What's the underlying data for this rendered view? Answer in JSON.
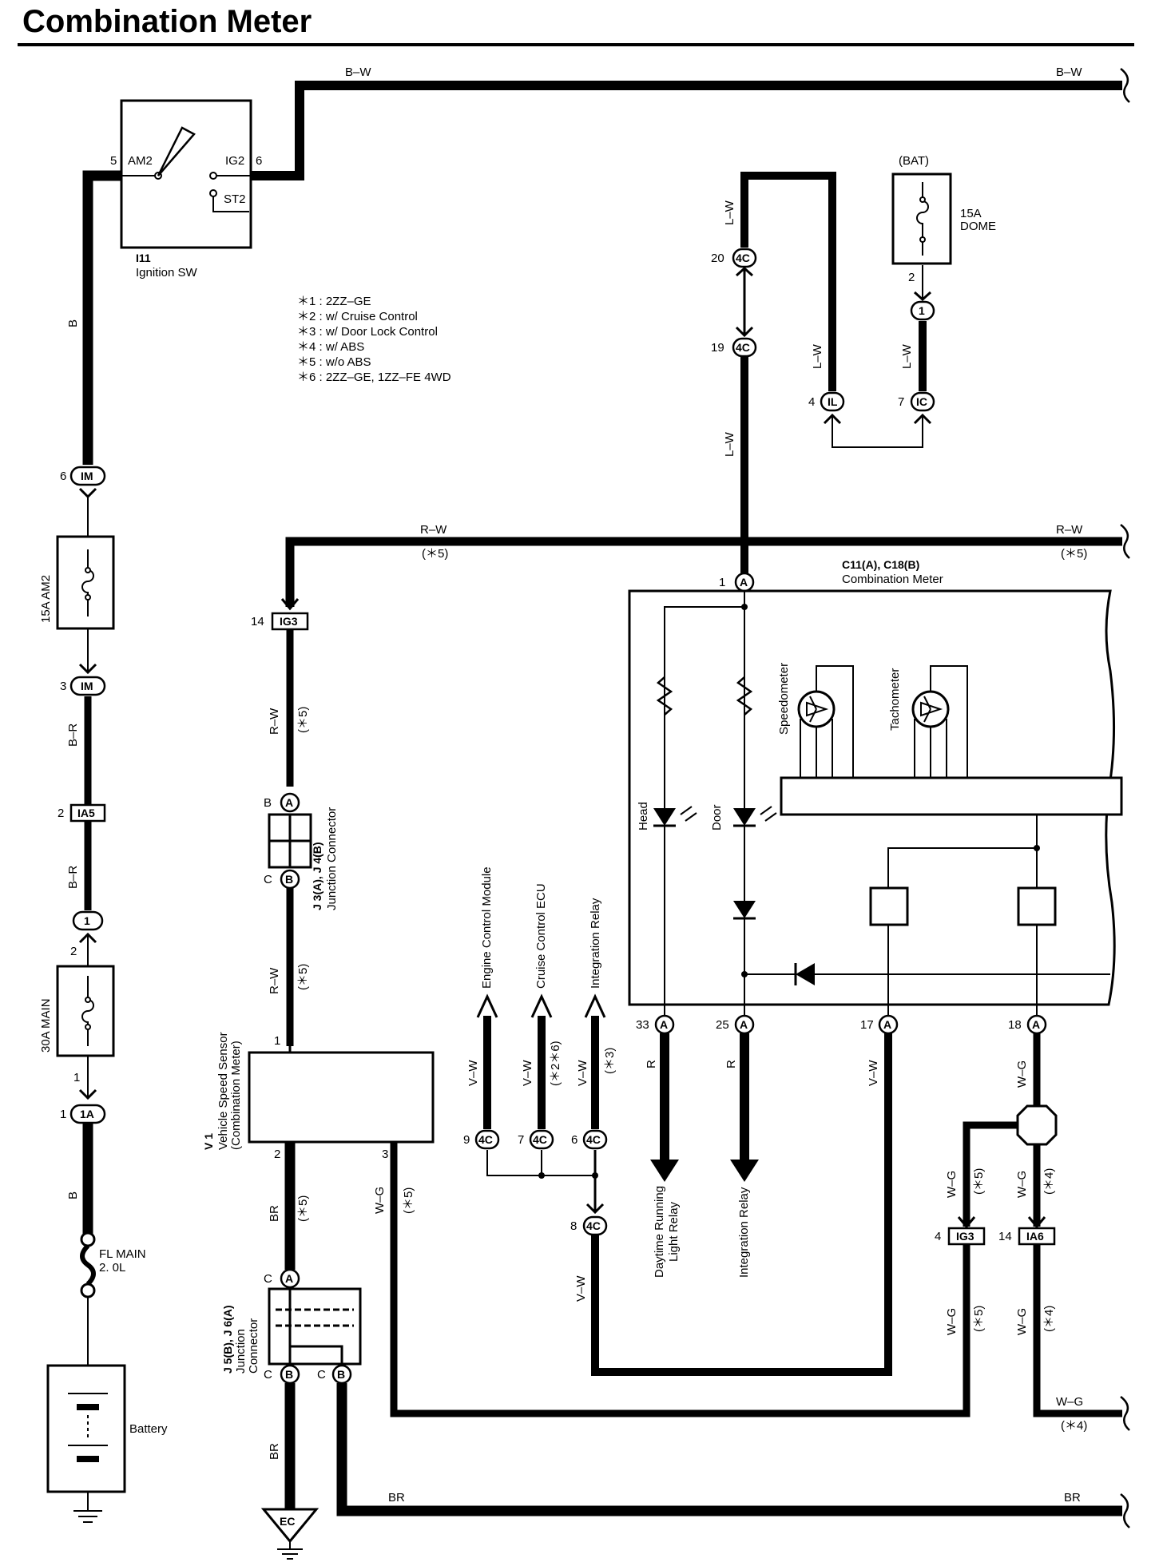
{
  "title": "Combination Meter",
  "notes": [
    "＊1 : 2ZZ–GE",
    "＊2 : w/ Cruise Control",
    "＊3 : w/ Door Lock Control",
    "＊4 : w/ ABS",
    "＊5 : w/o ABS",
    "＊6 : 2ZZ–GE,  1ZZ–FE 4WD"
  ],
  "ignition_switch": {
    "code": "I11",
    "name": "Ignition SW",
    "am2": "AM2",
    "ig2": "IG2",
    "st2": "ST2",
    "pin_am2": "5",
    "pin_ig2": "6"
  },
  "bat": {
    "label": "(BAT)",
    "fuse": "15A",
    "fuse_name": "DOME",
    "pin": "2"
  },
  "fuses": {
    "am2": "15A AM2",
    "main": "30A MAIN",
    "fl_main_1": "FL MAIN",
    "fl_main_2": "2. 0L"
  },
  "battery": "Battery",
  "ground": "EC",
  "meter": {
    "code": "C11(A), C18(B)",
    "name": "Combination Meter",
    "speedometer": "Speedometer",
    "tachometer": "Tachometer",
    "head": "Head",
    "door": "Door"
  },
  "junction_j3": {
    "code": "J 3(A), J 4(B)",
    "name": "Junction Connector"
  },
  "junction_j5": {
    "code": "J 5(B), J 6(A)",
    "name1": "Junction",
    "name2": "Connector"
  },
  "vss": {
    "code": "V 1",
    "name": "Vehicle Speed Sensor",
    "sub": "(Combination Meter)",
    "pin1": "1",
    "pin2": "2",
    "pin3": "3"
  },
  "arrows": {
    "ecm": "Engine Control Module",
    "cruise": "Cruise Control ECU",
    "integ_up": "Integration Relay",
    "drl_1": "Daytime Running",
    "drl_2": "Light Relay",
    "integ_down": "Integration Relay"
  },
  "wires": {
    "bw": "B–W",
    "rw": "R–W",
    "b": "B",
    "br_wire": "B–R",
    "lw": "L–W",
    "vw": "V–W",
    "r": "R",
    "wg": "W–G",
    "br": "BR"
  },
  "conds": {
    "c5": "(＊5)",
    "c4": "(＊4)",
    "c3": "(＊3)",
    "c26": "(＊2＊6)"
  },
  "connectors": {
    "im": "IM",
    "ia5": "IA5",
    "one": "1",
    "one_a": "1A",
    "ig3": "IG3",
    "ia6": "IA6",
    "a": "A",
    "b": "B",
    "c": "C",
    "fourc": "4C",
    "il": "IL",
    "ic": "IC"
  },
  "pins": {
    "p6": "6",
    "p3": "3",
    "p2": "2",
    "p1": "1",
    "p14": "14",
    "p20": "20",
    "p19": "19",
    "p4": "4",
    "p7": "7",
    "p33": "33",
    "p25": "25",
    "p17": "17",
    "p18": "18",
    "p9": "9",
    "p8": "8"
  }
}
